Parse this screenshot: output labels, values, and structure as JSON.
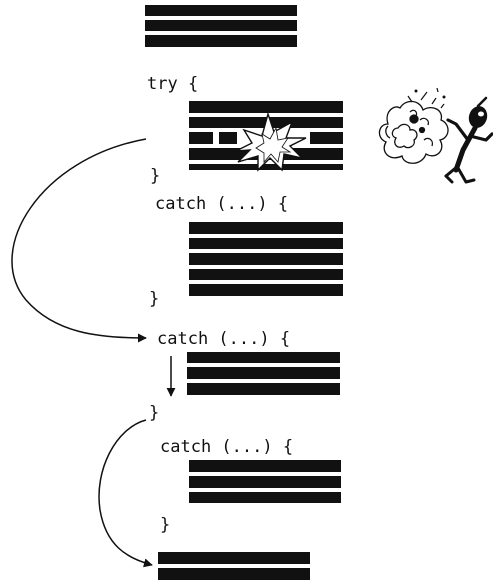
{
  "code": {
    "try_open": "try {",
    "brace_1": "}",
    "catch_1": "catch (...) {",
    "brace_2": "}",
    "catch_2": "catch (...) {",
    "brace_3": "}",
    "catch_3": "catch (...) {",
    "brace_4": "}"
  },
  "colors": {
    "ink": "#111111",
    "background": "#ffffff"
  },
  "icons": {
    "explosion": "explosion-icon",
    "smoke": "smoke-cloud-icon",
    "figure": "startled-stick-figure-icon"
  }
}
